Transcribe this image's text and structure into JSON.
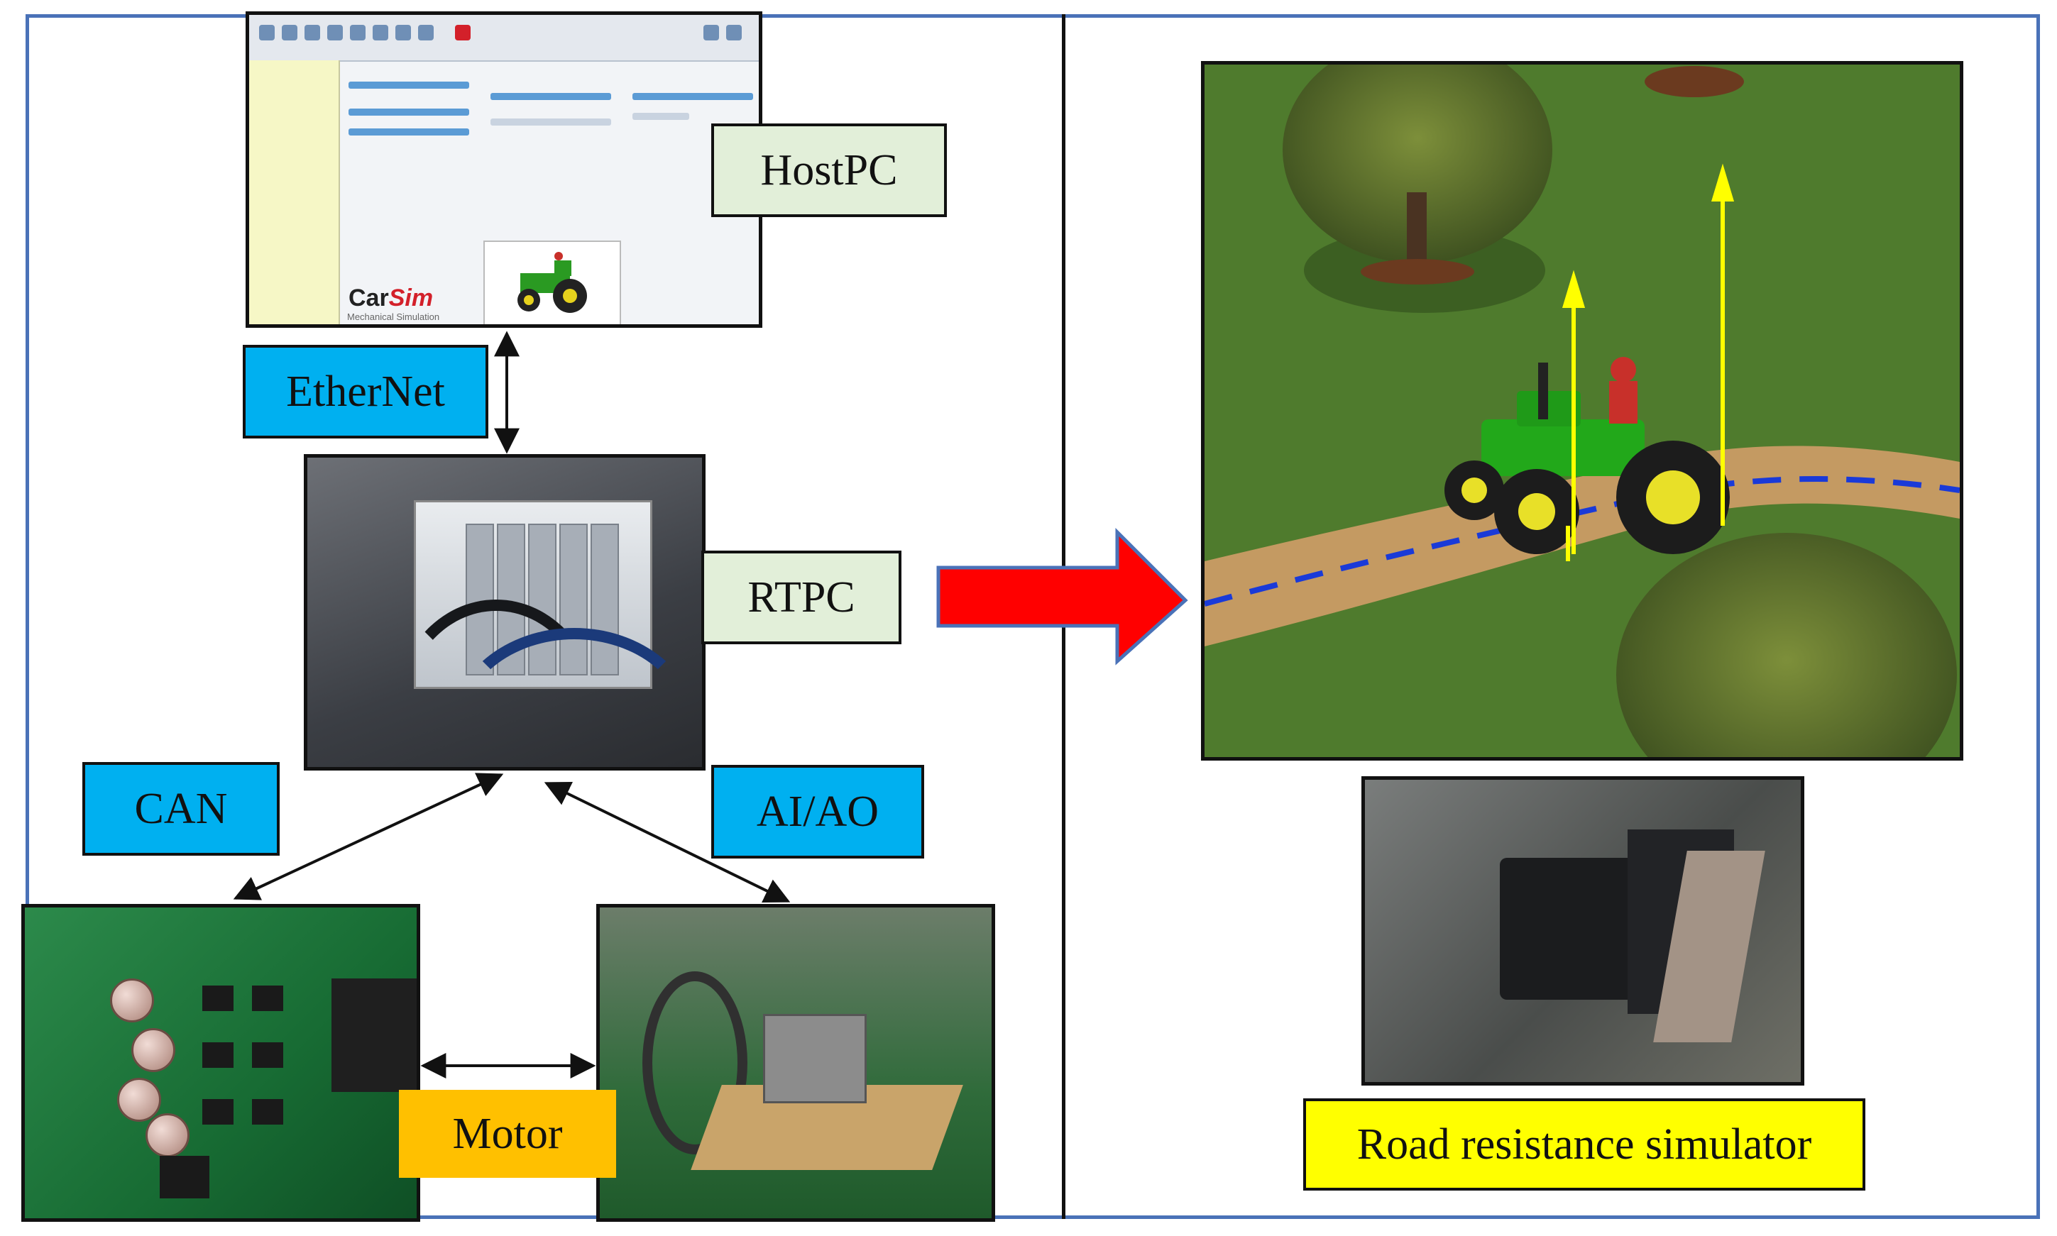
{
  "labels": {
    "hostpc": "HostPC",
    "ethernet": "EtherNet",
    "rtpc": "RTPC",
    "can": "CAN",
    "aiao": "AI/AO",
    "motor": "Motor",
    "road_resistance": "Road resistance simulator"
  },
  "host_screen": {
    "brand_car": "Car",
    "brand_sim": "Sim",
    "subtitle": "Mechanical Simulation"
  },
  "colors": {
    "frame": "#4a72b8",
    "label_blue": "#00b0f0",
    "label_green": "#e2efd9",
    "label_orange": "#ffc000",
    "label_yellow": "#ffff00",
    "big_arrow": "#ff0000",
    "big_arrow_outline": "#4a72b8",
    "tractor_green": "#22a81a",
    "path_blue": "#1a3ad8"
  }
}
